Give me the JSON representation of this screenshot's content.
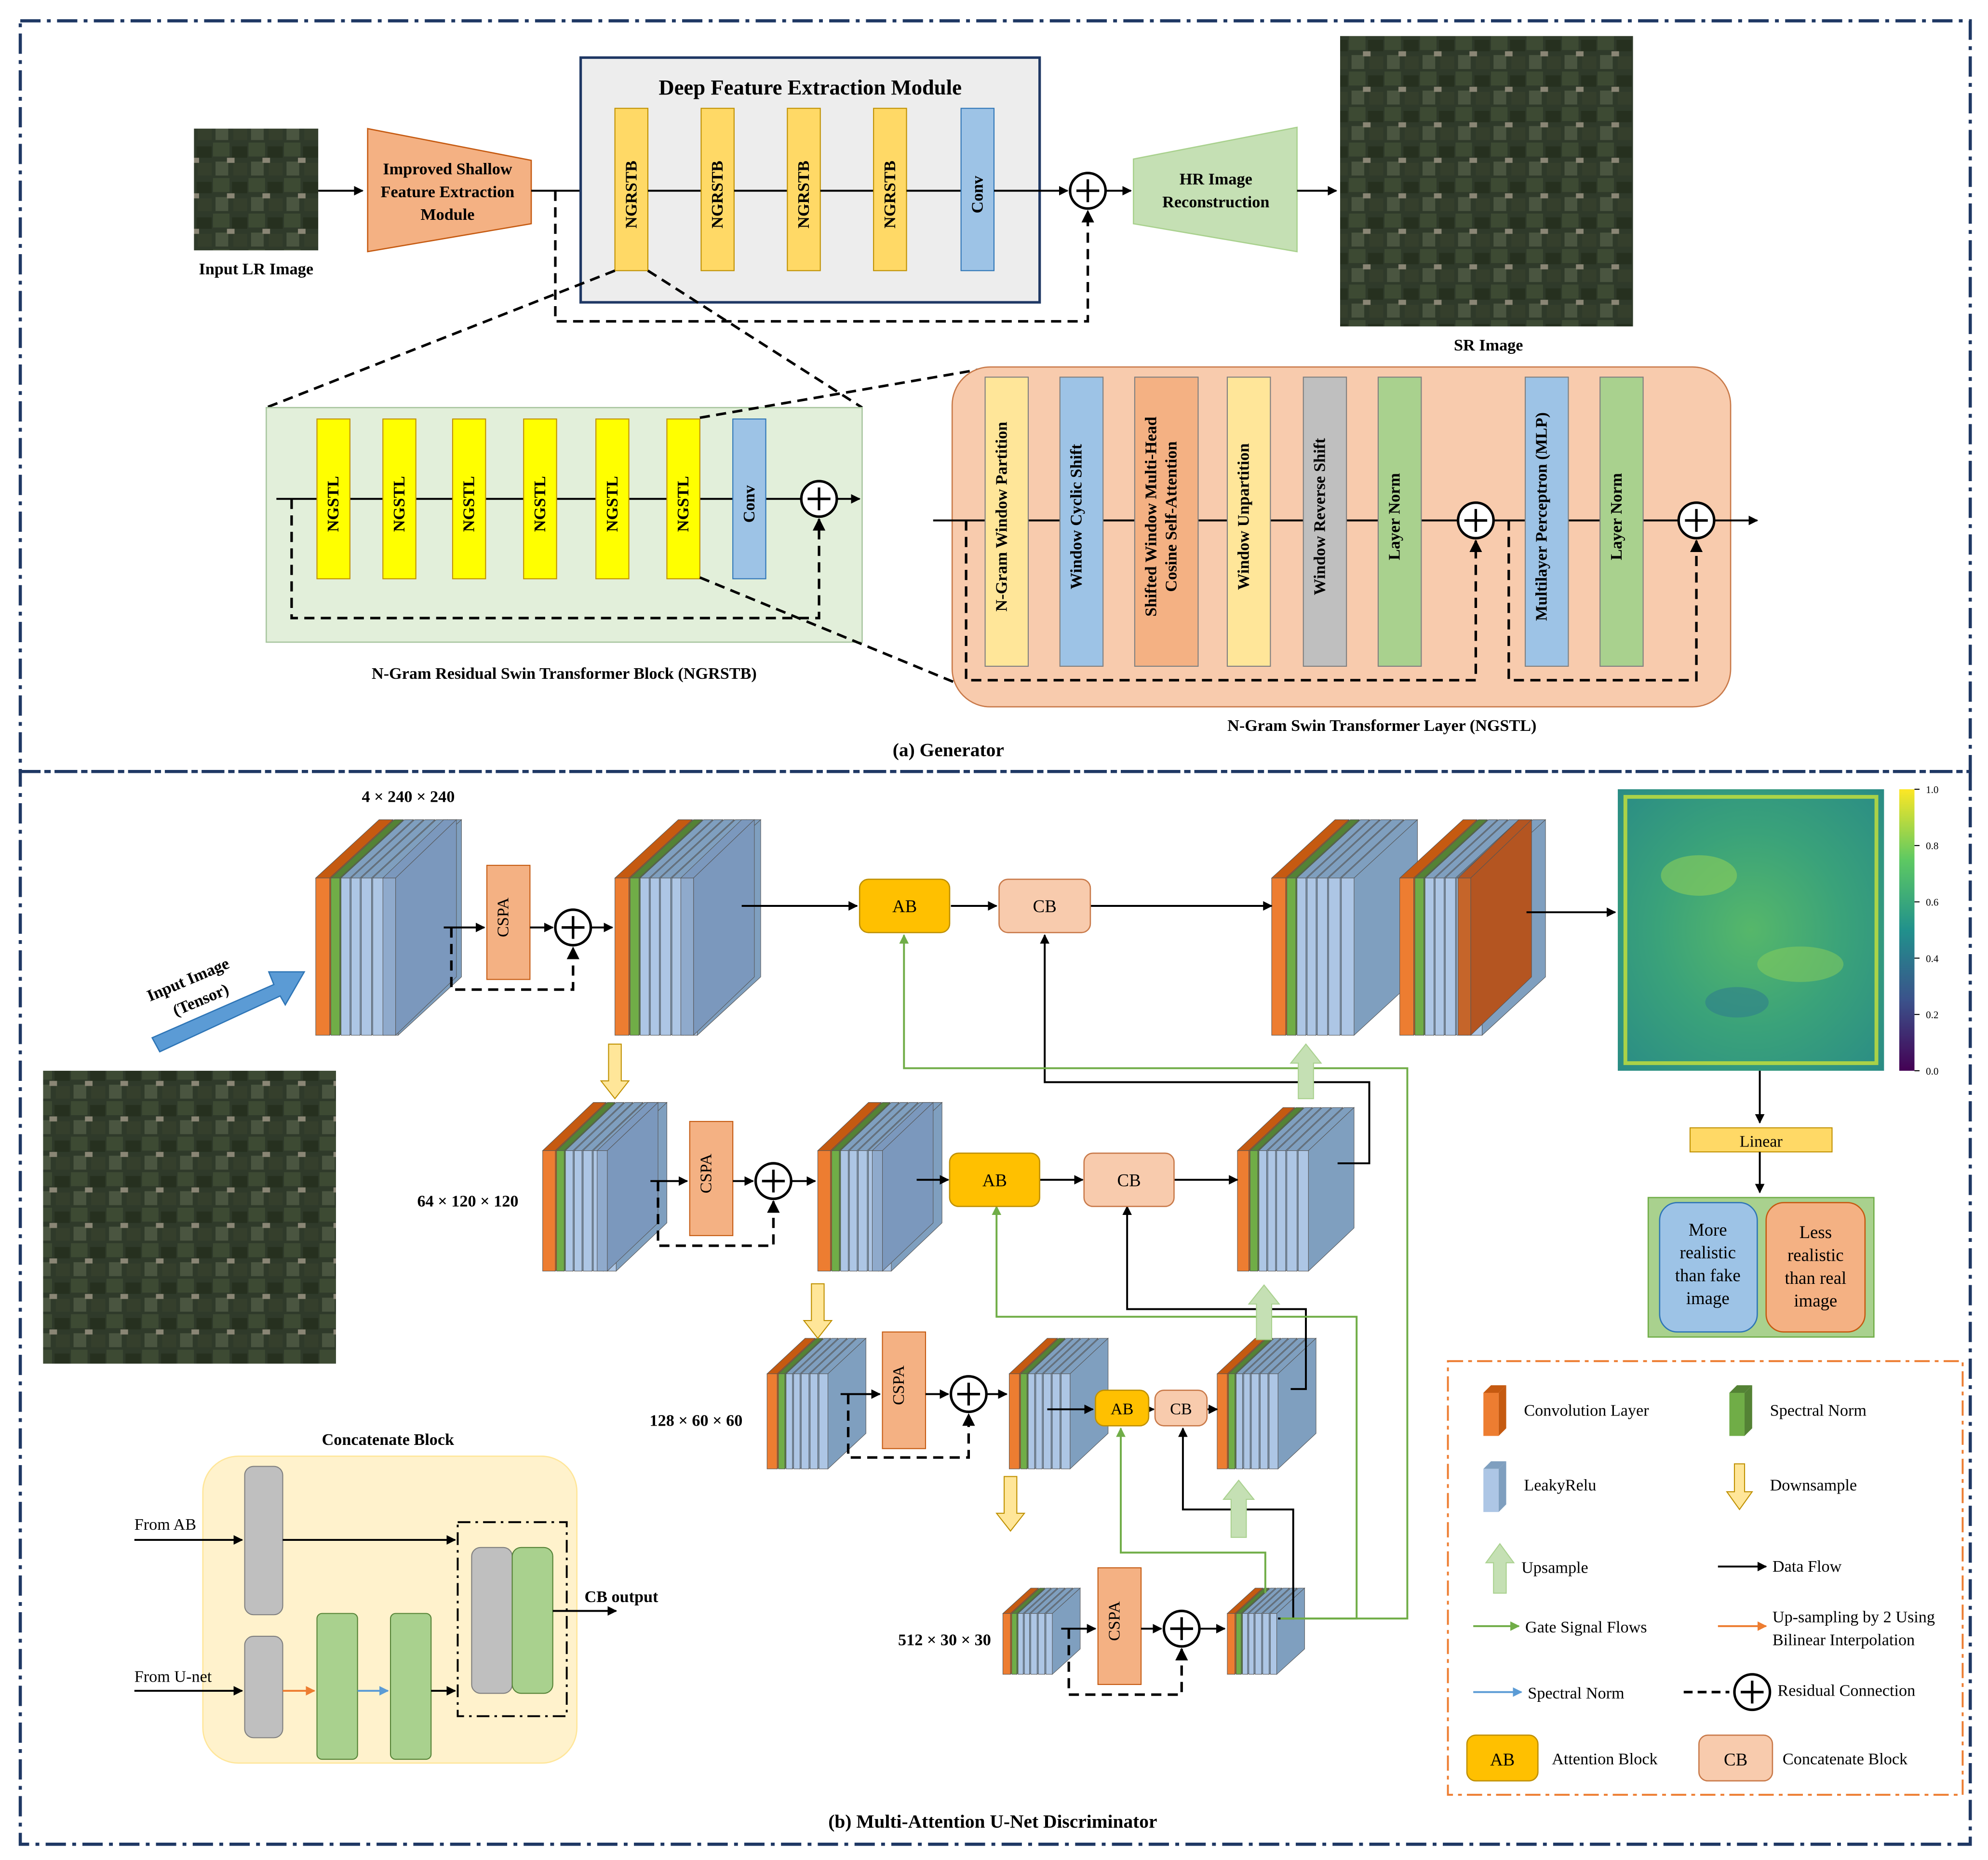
{
  "generator": {
    "caption": "(a) Generator",
    "input_label": "Input LR  Image",
    "output_label": "SR  Image",
    "shallow_module": [
      "Improved Shallow",
      "Feature Extraction",
      "Module"
    ],
    "deep_module_title": "Deep Feature Extraction Module",
    "deep_blocks": [
      "NGRSTB",
      "NGRSTB",
      "NGRSTB",
      "NGRSTB",
      "Conv"
    ],
    "hr_module": [
      "HR Image",
      "Reconstruction"
    ],
    "ngrstb_blocks": [
      "NGSTL",
      "NGSTL",
      "NGSTL",
      "NGSTL",
      "NGSTL",
      "NGSTL",
      "Conv"
    ],
    "ngrstb_caption": "N-Gram Residual Swin Transformer Block (NGRSTB)",
    "ngstl_blocks": [
      [
        "N-Gram Window Partition"
      ],
      [
        "Window Cyclic Shift"
      ],
      [
        "Shifted Window Multi-Head",
        "Cosine Self-Attention"
      ],
      [
        "Window Unpartition"
      ],
      [
        "Window Reverse Shift"
      ],
      [
        "Layer Norm"
      ],
      [
        "Multilayer Perceptron (MLP)"
      ],
      [
        "Layer Norm"
      ]
    ],
    "ngstl_caption": "N-Gram Swin Transformer Layer (NGSTL)"
  },
  "discriminator": {
    "caption": "(b) Multi-Attention U-Net Discriminator",
    "input_arrow_label": [
      "Input Image",
      "(Tensor)"
    ],
    "dims": [
      "4 × 240 × 240",
      "64 × 120 × 120",
      "128 × 60 × 60",
      "512 × 30 × 30"
    ],
    "cspa_label": "CSPA",
    "ab_label": "AB",
    "cb_label": "CB",
    "linear_label": "Linear",
    "more_realistic": [
      "More",
      "realistic",
      "than fake",
      "image"
    ],
    "less_realistic": [
      "Less",
      "realistic",
      "than real",
      "image"
    ],
    "colorbar_ticks": [
      "1.0",
      "0.8",
      "0.6",
      "0.4",
      "0.2",
      "0.0"
    ],
    "concat_block": {
      "title": "Concatenate Block",
      "from_ab": "From  AB",
      "from_unet": "From  U-net",
      "output": "CB output"
    },
    "legend": {
      "conv": "Convolution Layer",
      "spectral_norm": "Spectral Norm",
      "leakyrelu": "LeakyRelu",
      "downsample": "Downsample",
      "upsample": "Upsample",
      "data_flow": "Data Flow",
      "gate": "Gate Signal Flows",
      "bilinear": [
        "Up-sampling by 2 Using",
        "Bilinear Interpolation"
      ],
      "spectral_norm_arrow": "Spectral Norm",
      "residual": "Residual Connection",
      "ab_name": "Attention Block",
      "cb_name": "Concatenate Block"
    }
  },
  "colors": {
    "conv_orange": "#ed7d31",
    "spectral_green": "#70ad47",
    "leaky_blue": "#adc6e5",
    "ab_yellow": "#ffc000",
    "cb_peach": "#f8cbad",
    "ngrstb_yellow": "#ffd966",
    "ngstl_yellow": "#ffff00",
    "conv_blue": "#9dc3e6",
    "gate_green": "#70ad47",
    "bilinear_orange": "#ed7d31",
    "spectral_blue": "#5b9bd5"
  }
}
